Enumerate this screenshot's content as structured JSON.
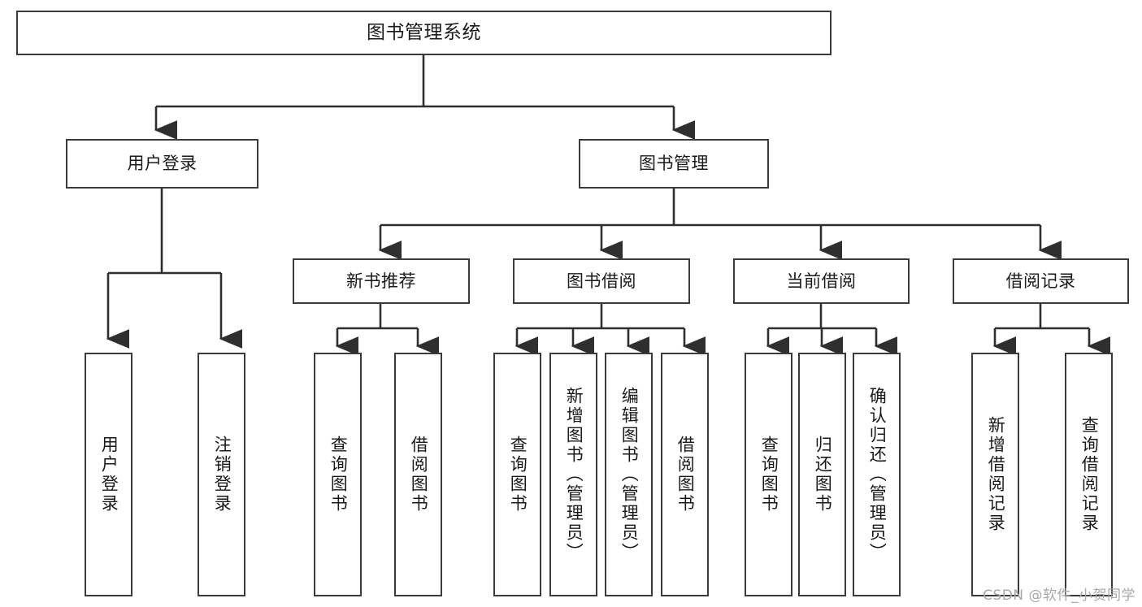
{
  "diagram": {
    "title": "图书管理系统",
    "type": "tree",
    "orientation": "top-down",
    "colors": {
      "background": "#ffffff",
      "box_border": "#3b3b3b",
      "box_fill": "#ffffff",
      "connector": "#2f2f2f",
      "text": "#1a1a1a",
      "watermark": "#a8a8a8"
    },
    "levels": 4,
    "root": {
      "label": "图书管理系统"
    },
    "level2": [
      {
        "label": "用户登录"
      },
      {
        "label": "图书管理"
      }
    ],
    "level3": [
      {
        "label": "新书推荐"
      },
      {
        "label": "图书借阅"
      },
      {
        "label": "当前借阅"
      },
      {
        "label": "借阅记录"
      }
    ],
    "leaves": {
      "user_login": [
        {
          "label": "用户登录"
        },
        {
          "label": "注销登录"
        }
      ],
      "new_book_recommend": [
        {
          "label": "查询图书"
        },
        {
          "label": "借阅图书"
        }
      ],
      "book_borrow": [
        {
          "label": "查询图书"
        },
        {
          "label": "新增图书（管理员）"
        },
        {
          "label": "编辑图书（管理员）"
        },
        {
          "label": "借阅图书"
        }
      ],
      "current_borrow": [
        {
          "label": "查询图书"
        },
        {
          "label": "归还图书"
        },
        {
          "label": "确认归还（管理员）"
        }
      ],
      "borrow_record": [
        {
          "label": "新增借阅记录"
        },
        {
          "label": "查询借阅记录"
        }
      ]
    }
  },
  "watermark": {
    "text": "CSDN @软件_小贺同学"
  }
}
